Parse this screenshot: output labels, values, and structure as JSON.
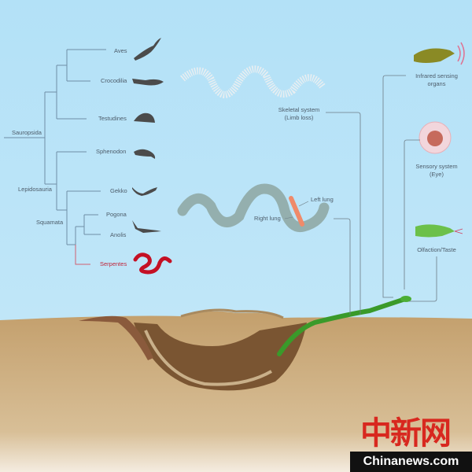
{
  "tree": {
    "clades": [
      "Sauropsida",
      "Lepidosauria",
      "Squamata"
    ],
    "taxa": [
      "Aves",
      "Crocodilia",
      "Testudines",
      "Sphenodon",
      "Gekko",
      "Pogona",
      "Anolis",
      "Serpentes"
    ]
  },
  "annotations": {
    "skeletal_1": "Skeletal system",
    "skeletal_2": "(Limb loss)",
    "left_lung": "Left lung",
    "right_lung": "Right lung",
    "infrared_1": "Infrared sensing",
    "infrared_2": "organs",
    "sensory_1": "Sensory system",
    "sensory_2": "(Eye)",
    "olfaction": "Olfaction/Taste"
  },
  "watermark": {
    "logo": "中新网",
    "site": "Chinanews.com"
  },
  "colors": {
    "sky": "#b7e3f8",
    "soil": "#c6a574",
    "tree_line": "#6f8ea6",
    "highlight": "#c0243a",
    "snake_green": "#3a9a2a"
  }
}
